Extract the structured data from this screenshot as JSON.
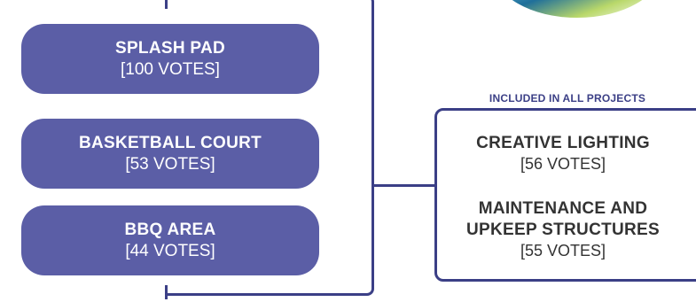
{
  "features": [
    {
      "name": "SPLASH PAD",
      "votes": "[100 VOTES]"
    },
    {
      "name": "BASKETBALL COURT",
      "votes": "[53 VOTES]"
    },
    {
      "name": "BBQ AREA",
      "votes": "[44 VOTES]"
    }
  ],
  "included": {
    "heading": "INCLUDED IN ALL PROJECTS",
    "items": [
      {
        "name_line1": "CREATIVE LIGHTING",
        "name_line2": "",
        "votes": "[56 VOTES]"
      },
      {
        "name_line1": "MAINTENANCE AND",
        "name_line2": "UPKEEP STRUCTURES",
        "votes": "[55 VOTES]"
      }
    ]
  },
  "colors": {
    "pill_fill": "#5b5ea6",
    "line": "#3b3f86",
    "text_dark": "#333333"
  },
  "icons": [
    "project-photo"
  ]
}
